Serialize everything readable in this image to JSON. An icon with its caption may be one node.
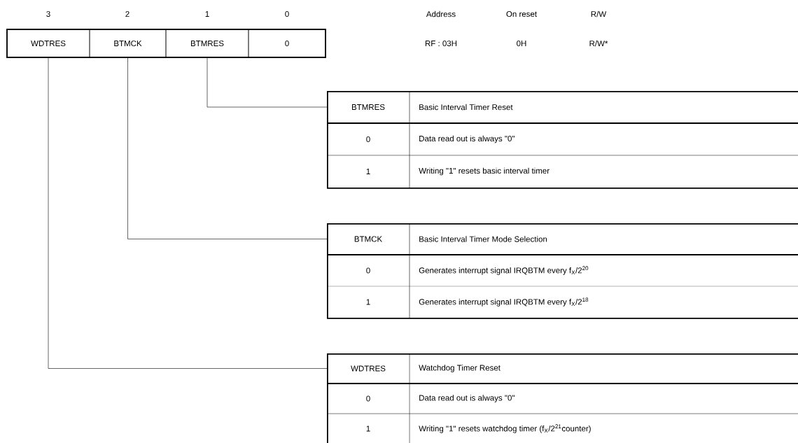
{
  "diagram": {
    "nodes": [
      {
        "text": [
          "WDTRES"
        ]
      },
      {
        "text": [
          "BTMCK"
        ]
      },
      {
        "text": [
          "BTMRES"
        ]
      },
      {
        "text": [
          "0"
        ]
      },
      {
        "text": [
          "BTMRES",
          "Basic Interval Timer Reset",
          "0",
          "Data read out is always \"0\"",
          "1",
          "Writing \"1\" resets basic interval timer"
        ]
      },
      {
        "text": [
          "BTMCK",
          "Basic Interval Timer Mode Selection",
          "0",
          "Generates interrupt signal IRQBTM every f$_{X}$/2$^{20}$",
          "1",
          "Generates interrupt signal IRQBTM every f$_{X}$/2$^{18}$"
        ]
      },
      {
        "text": [
          "WDTRES",
          "Watchdog Timer Reset",
          "0",
          "Data read out is always \"0\"",
          "1",
          "Writing \"1\" resets watchdog timer (f$_{X}$/2$^{21}$counter)"
        ]
      }
    ],
    "edges": [
      {
        "from": 2,
        "to": 4,
        "arrow": "none"
      },
      {
        "from": 1,
        "to": 5,
        "arrow": "none"
      },
      {
        "from": 0,
        "to": 6,
        "arrow": "none"
      }
    ],
    "labels": [
      "3",
      "2",
      "1",
      "0",
      "Address",
      "On reset",
      "R/W",
      "RF : 03H",
      "0H",
      "R/W*"
    ]
  }
}
